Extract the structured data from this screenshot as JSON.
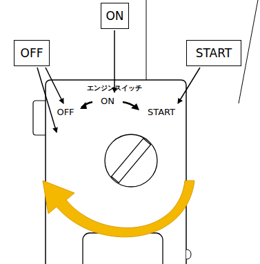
{
  "diagram": {
    "nodes": [
      {
        "text": [
          "ON"
        ]
      },
      {
        "text": [
          "OFF"
        ]
      },
      {
        "text": [
          "START"
        ]
      }
    ],
    "labels": [
      "エンジンスイッチ",
      "OFF",
      "ON",
      "START"
    ]
  }
}
